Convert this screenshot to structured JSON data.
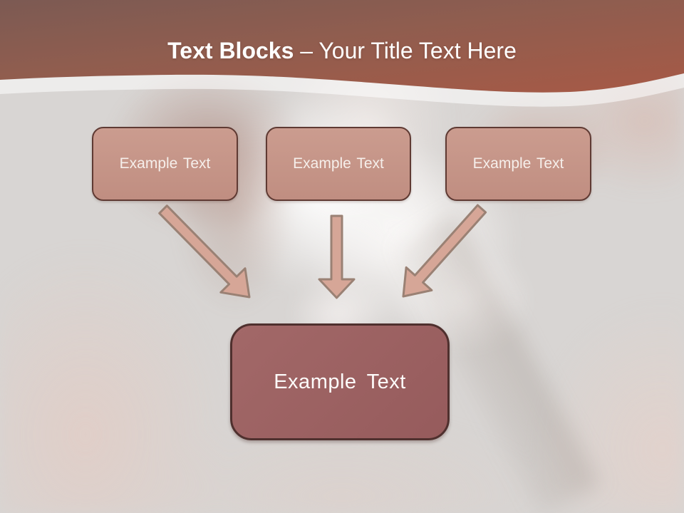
{
  "slide": {
    "title": {
      "bold": "Text Blocks",
      "rest": "– Your Title Text Here"
    },
    "boxes": {
      "top": [
        {
          "label": "Example Text"
        },
        {
          "label": "Example Text"
        },
        {
          "label": "Example Text"
        }
      ],
      "center": {
        "label": "Example Text"
      }
    },
    "arrows": [
      {
        "name": "arrow-down-right-icon"
      },
      {
        "name": "arrow-down-icon"
      },
      {
        "name": "arrow-down-left-icon"
      }
    ],
    "colors": {
      "header_gradient_top": "#7c5a53",
      "header_gradient_bottom": "#a45a47",
      "title_text": "#ffffff",
      "top_box_fill": "#c6968a",
      "top_box_border": "#5f3a33",
      "top_box_text": "#f6efeb",
      "center_box_fill": "#9d6162",
      "center_box_border": "#4f302e",
      "center_box_text": "#fdfbfa",
      "arrow_fill": "#d6a697",
      "arrow_stroke": "#9a8174",
      "body_background": "#d8d5d3"
    }
  }
}
